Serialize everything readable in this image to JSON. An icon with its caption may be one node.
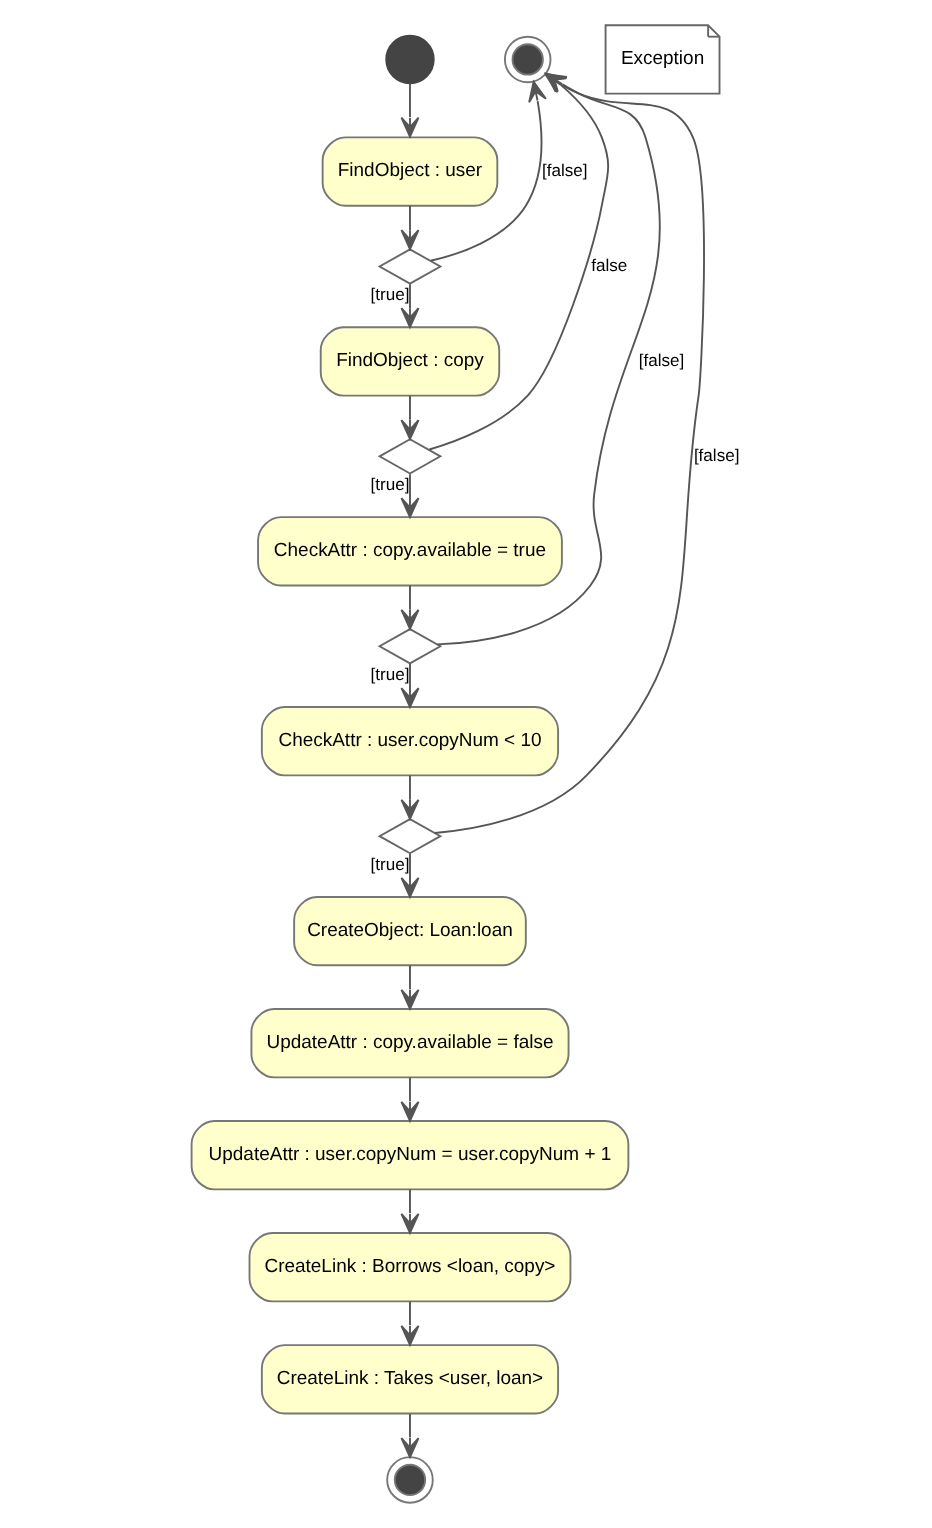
{
  "diagram": {
    "nodes": [
      {
        "text": [],
        "shape": "circle"
      },
      {
        "text": [
          "FindObject : user"
        ]
      },
      {
        "text": [],
        "shape": "diamond"
      },
      {
        "text": [
          "FindObject : copy"
        ]
      },
      {
        "text": [
          "Exception"
        ]
      },
      {
        "text": [],
        "shape": "circle"
      },
      {
        "text": [],
        "shape": "diamond"
      },
      {
        "text": [
          "CheckAttr : copy.available = true"
        ]
      },
      {
        "text": [],
        "shape": "diamond"
      },
      {
        "text": [
          "CheckAttr : user.copyNum < 10"
        ]
      },
      {
        "text": [],
        "shape": "diamond"
      },
      {
        "text": [
          "CreateObject: Loan:loan"
        ]
      },
      {
        "text": [
          "UpdateAttr : copy.available = false"
        ]
      },
      {
        "text": [
          "UpdateAttr : user.copyNum = user.copyNum + 1"
        ]
      },
      {
        "text": [
          "CreateLink : Borrows <loan, copy>"
        ]
      },
      {
        "text": [
          "CreateLink : Takes <user, loan>"
        ]
      },
      {
        "text": [],
        "shape": "circle"
      }
    ],
    "edges": [
      {
        "from": 0,
        "to": 1,
        "arrow": "to"
      },
      {
        "from": 1,
        "to": 2,
        "arrow": "to"
      },
      {
        "from": 2,
        "to": 3,
        "arrow": "to",
        "label": "[true]"
      },
      {
        "from": 2,
        "to": 5,
        "arrow": "to",
        "label": "[false]"
      },
      {
        "from": 3,
        "to": 6,
        "arrow": "to"
      },
      {
        "from": 6,
        "to": 5,
        "arrow": "to",
        "label": "false"
      },
      {
        "from": 6,
        "to": 7,
        "arrow": "to",
        "label": "[true]"
      },
      {
        "from": 7,
        "to": 8,
        "arrow": "to"
      },
      {
        "from": 8,
        "to": 5,
        "arrow": "to",
        "label": "[false]"
      },
      {
        "from": 8,
        "to": 9,
        "arrow": "to",
        "label": "[true]"
      },
      {
        "from": 9,
        "to": 10,
        "arrow": "to"
      },
      {
        "from": 10,
        "to": 5,
        "arrow": "to",
        "label": "[false]"
      },
      {
        "from": 10,
        "to": 11,
        "arrow": "to",
        "label": "[true]"
      },
      {
        "from": 11,
        "to": 12,
        "arrow": "to"
      },
      {
        "from": 12,
        "to": 13,
        "arrow": "to"
      },
      {
        "from": 13,
        "to": 14,
        "arrow": "to"
      },
      {
        "from": 14,
        "to": 15,
        "arrow": "to"
      },
      {
        "from": 15,
        "to": 16,
        "arrow": "to"
      }
    ]
  }
}
